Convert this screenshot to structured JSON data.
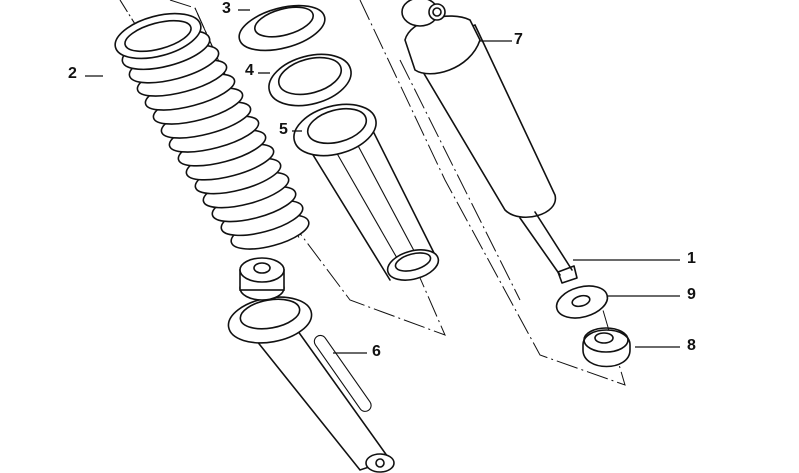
{
  "diagram": {
    "type": "exploded parts diagram",
    "subject": "rear shock absorber / spring strut assembly",
    "callouts": [
      {
        "number": "1",
        "part": "shock absorber piston rod"
      },
      {
        "number": "2",
        "part": "coil spring"
      },
      {
        "number": "3",
        "part": "upper spring seat"
      },
      {
        "number": "4",
        "part": "spring pad"
      },
      {
        "number": "5",
        "part": "protective sleeve"
      },
      {
        "number": "6",
        "part": "lower spring mount / strut bracket"
      },
      {
        "number": "7",
        "part": "shock absorber"
      },
      {
        "number": "8",
        "part": "rubber mount"
      },
      {
        "number": "9",
        "part": "washer"
      }
    ]
  },
  "labels": {
    "c1": "1",
    "c2": "2",
    "c3": "3",
    "c4": "4",
    "c5": "5",
    "c6": "6",
    "c7": "7",
    "c8": "8",
    "c9": "9"
  }
}
